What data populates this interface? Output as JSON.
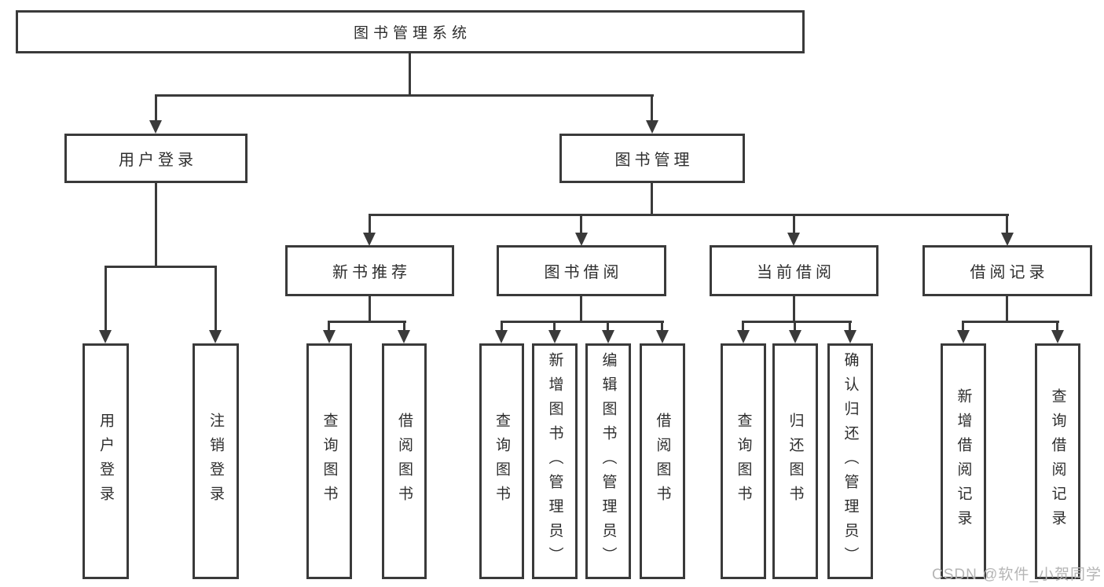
{
  "diagram_type": "hierarchy-tree",
  "tree": {
    "label": "图书管理系统",
    "children": [
      {
        "label": "用户登录",
        "children": [
          {
            "label": "用户登录"
          },
          {
            "label": "注销登录"
          }
        ]
      },
      {
        "label": "图书管理",
        "children": [
          {
            "label": "新书推荐",
            "children": [
              {
                "label": "查询图书"
              },
              {
                "label": "借阅图书"
              }
            ]
          },
          {
            "label": "图书借阅",
            "children": [
              {
                "label": "查询图书"
              },
              {
                "label": "新增图书（管理员）"
              },
              {
                "label": "编辑图书（管理员）"
              },
              {
                "label": "借阅图书"
              }
            ]
          },
          {
            "label": "当前借阅",
            "children": [
              {
                "label": "查询图书"
              },
              {
                "label": "归还图书"
              },
              {
                "label": "确认归还（管理员）"
              }
            ]
          },
          {
            "label": "借阅记录",
            "children": [
              {
                "label": "新增借阅记录"
              },
              {
                "label": "查询借阅记录"
              }
            ]
          }
        ]
      }
    ]
  },
  "watermark": "CSDN @软件_小贺同学",
  "colors": {
    "line": "#3a3a3a",
    "text": "#2e2e2e",
    "watermark": "#b5b5b5",
    "background": "#ffffff"
  }
}
